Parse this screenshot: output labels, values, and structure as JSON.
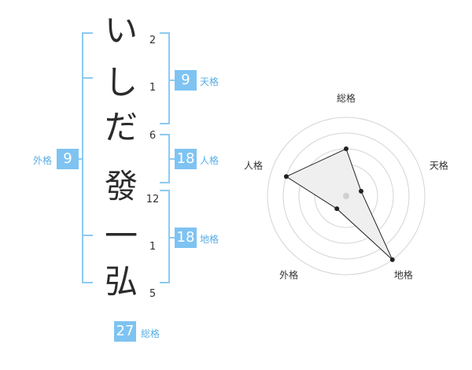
{
  "name": {
    "chars": [
      "い",
      "し",
      "だ",
      "發",
      "一",
      "弘"
    ],
    "strokes": [
      "2",
      "1",
      "6",
      "12",
      "1",
      "5"
    ]
  },
  "fortune": {
    "tenkaku": {
      "value": "9",
      "label": "天格"
    },
    "jinkaku": {
      "value": "18",
      "label": "人格"
    },
    "chikaku": {
      "value": "18",
      "label": "地格"
    },
    "gaikaku": {
      "value": "9",
      "label": "外格"
    },
    "soukaku": {
      "value": "27",
      "label": "総格"
    }
  },
  "chart_data": {
    "type": "radar",
    "axes": [
      "総格",
      "天格",
      "地格",
      "外格",
      "人格"
    ],
    "values": [
      3,
      1,
      5,
      1,
      4
    ],
    "max": 5,
    "rings": 5
  },
  "colors": {
    "accent": "#7ec3f2",
    "bracket": "#8dcaf2",
    "label": "#58aee6"
  }
}
